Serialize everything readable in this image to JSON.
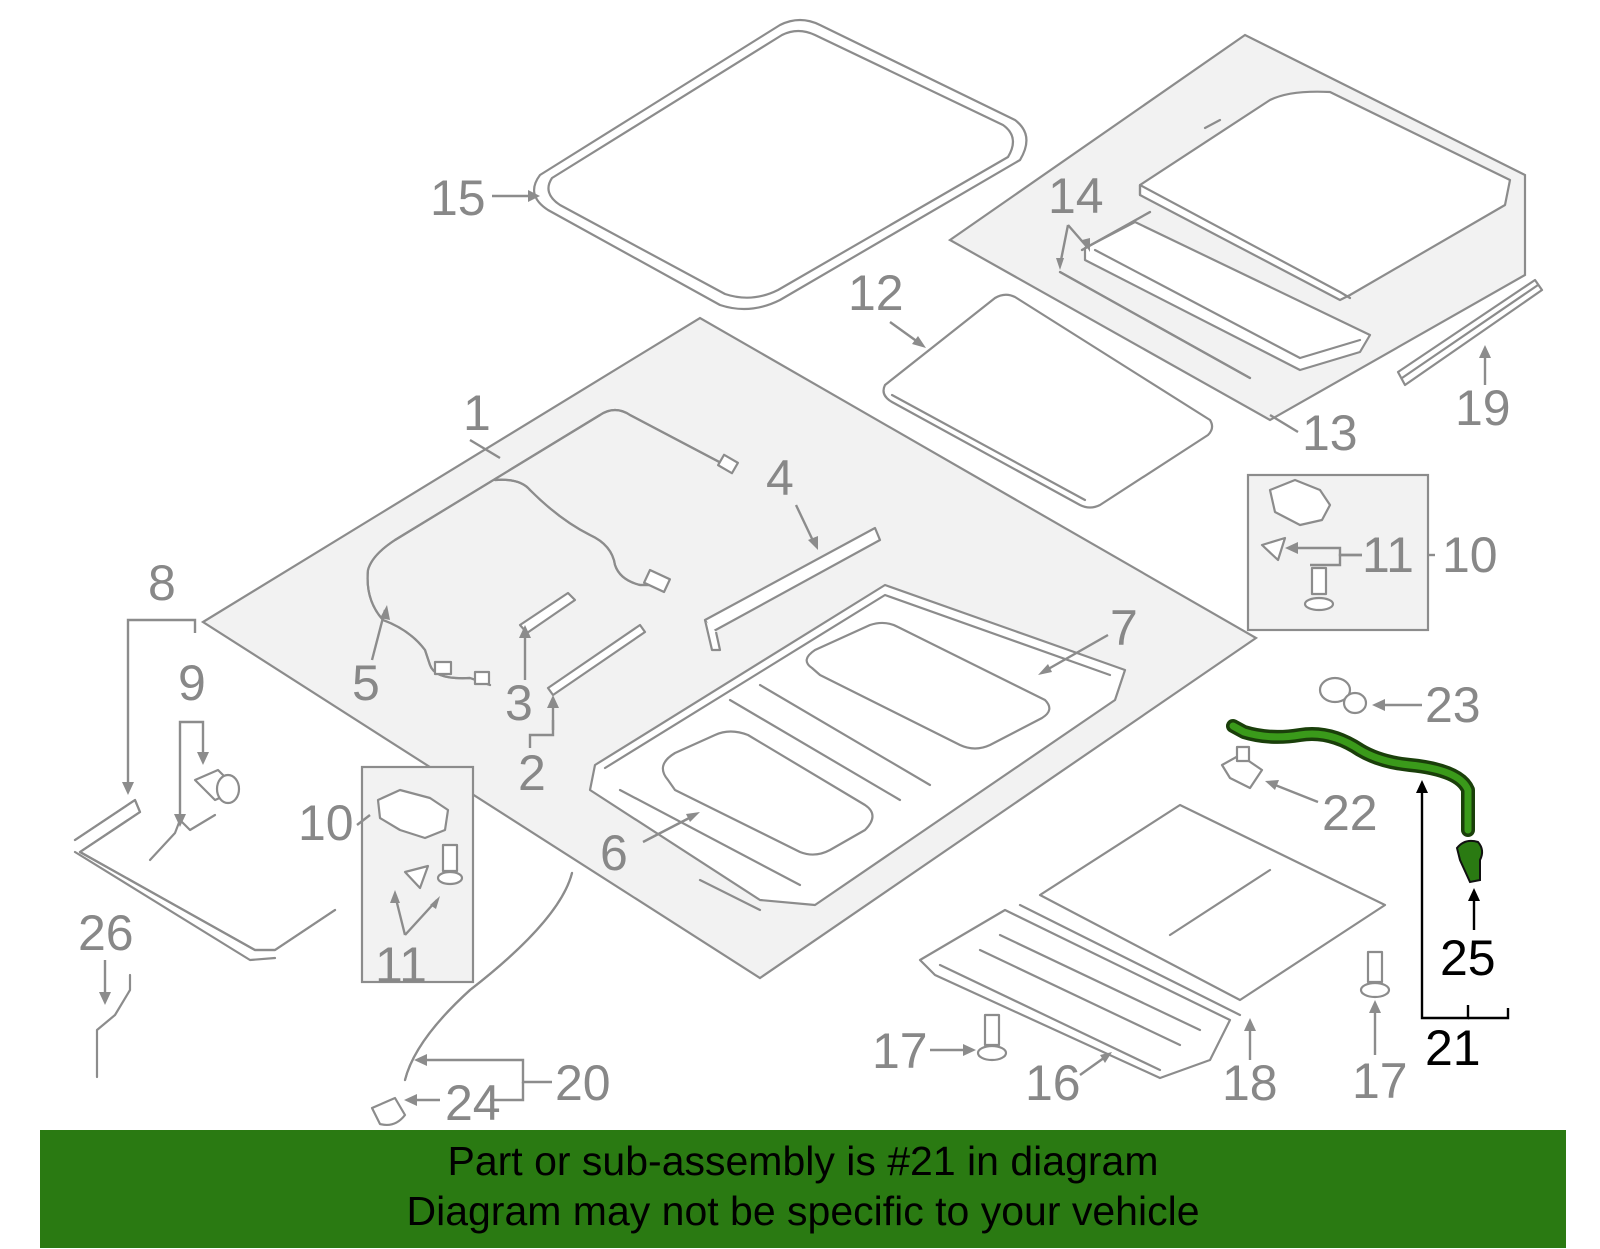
{
  "callouts": {
    "n1": "1",
    "n2": "2",
    "n3a": "3",
    "n4": "4",
    "n5": "5",
    "n6": "6",
    "n7": "7",
    "n8": "8",
    "n9": "9",
    "n10a": "10",
    "n10b": "10",
    "n11a": "11",
    "n11b": "11",
    "n12": "12",
    "n13": "13",
    "n14": "14",
    "n15": "15",
    "n16": "16",
    "n17a": "17",
    "n17b": "17",
    "n18": "18",
    "n19": "19",
    "n20": "20",
    "n21": "21",
    "n22": "22",
    "n23": "23",
    "n24": "24",
    "n25": "25",
    "n26": "26"
  },
  "highlight": {
    "part_number": "21",
    "color": "#2a7a12"
  },
  "banner": {
    "line1": "Part or sub-assembly is #21 in diagram",
    "line2": "Diagram may not be specific to your vehicle",
    "background": "#2a7a12"
  }
}
